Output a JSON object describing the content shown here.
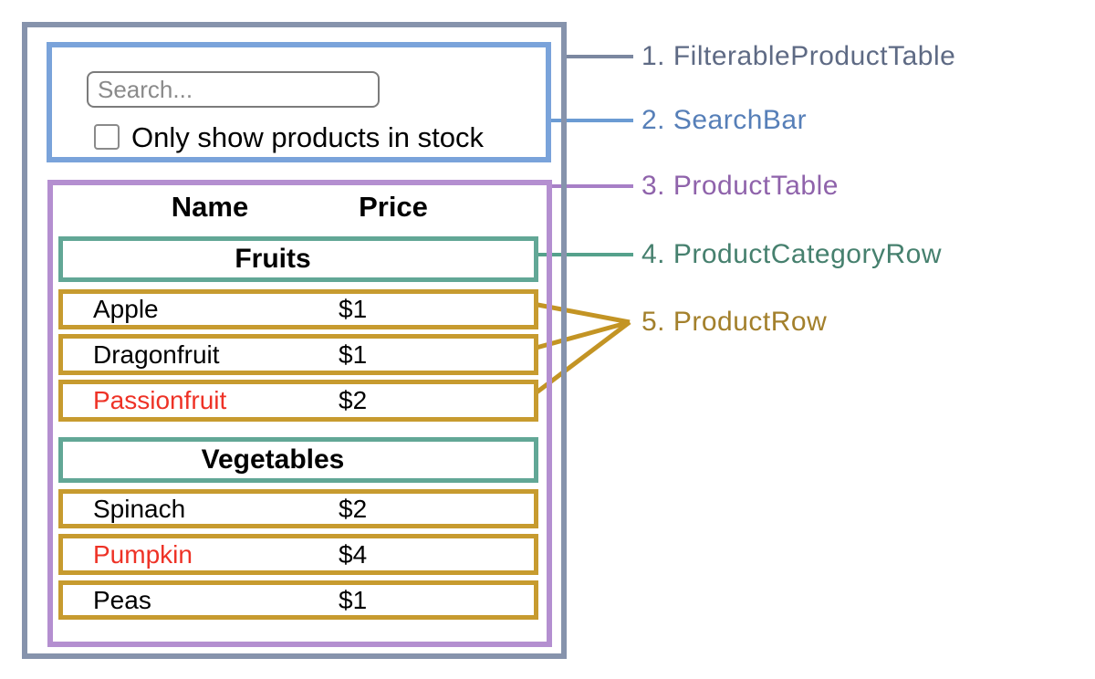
{
  "search_bar": {
    "placeholder": "Search...",
    "checkbox_label": "Only show products in stock",
    "checkbox_checked": false
  },
  "table": {
    "headers": {
      "name": "Name",
      "price": "Price"
    },
    "sections": [
      {
        "category": "Fruits",
        "rows": [
          {
            "name": "Apple",
            "price": "$1",
            "out_of_stock": false
          },
          {
            "name": "Dragonfruit",
            "price": "$1",
            "out_of_stock": false
          },
          {
            "name": "Passionfruit",
            "price": "$2",
            "out_of_stock": true
          }
        ]
      },
      {
        "category": "Vegetables",
        "rows": [
          {
            "name": "Spinach",
            "price": "$2",
            "out_of_stock": false
          },
          {
            "name": "Pumpkin",
            "price": "$4",
            "out_of_stock": true
          },
          {
            "name": "Peas",
            "price": "$1",
            "out_of_stock": false
          }
        ]
      }
    ]
  },
  "legend": {
    "items": [
      {
        "label": "1. FilterableProductTable",
        "color": "#5e6a84"
      },
      {
        "label": "2. SearchBar",
        "color": "#567fb8"
      },
      {
        "label": "3. ProductTable",
        "color": "#8f63ab"
      },
      {
        "label": "4. ProductCategoryRow",
        "color": "#46806e"
      },
      {
        "label": "5. ProductRow",
        "color": "#a3802c"
      }
    ]
  },
  "colors": {
    "filterable_product_table_border": "#8693ac",
    "search_bar_border": "#7aa3da",
    "product_table_border": "#b48fd0",
    "category_row_border": "#62a796",
    "product_row_border": "#c79b2f",
    "out_of_stock_text": "#ee3226"
  }
}
